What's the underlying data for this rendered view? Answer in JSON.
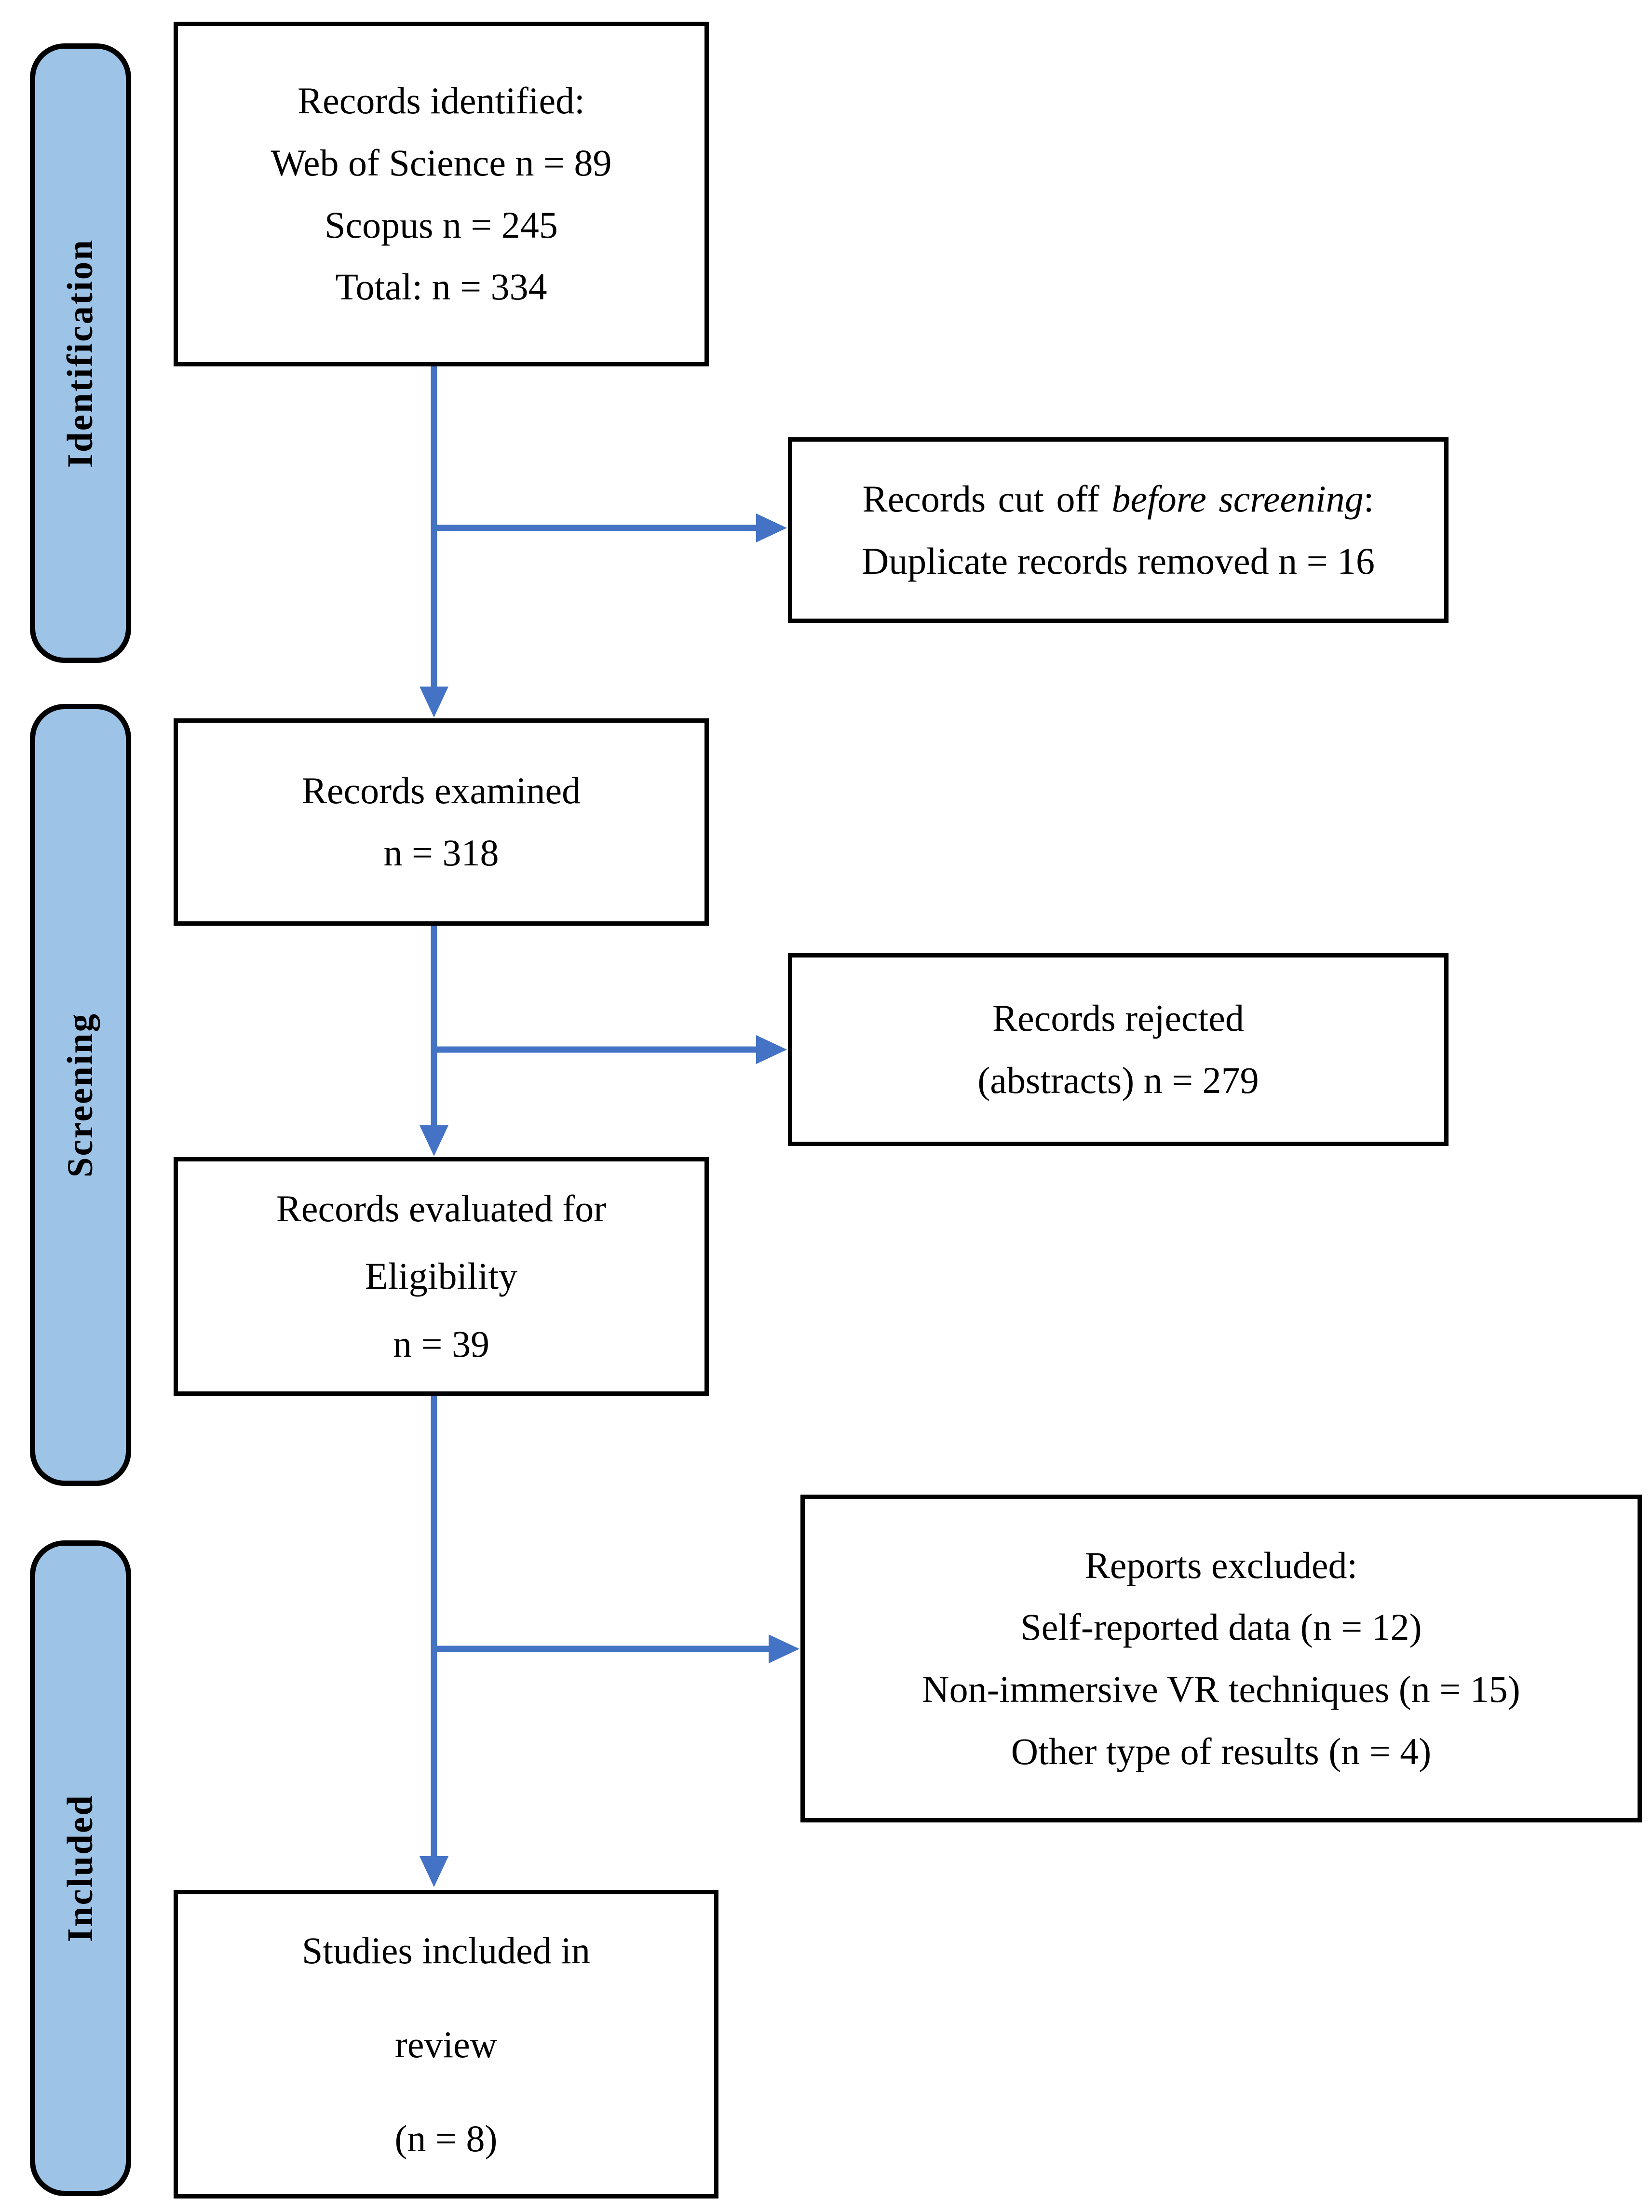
{
  "diagram": {
    "stages": [
      {
        "label": "Identification"
      },
      {
        "label": "Screening"
      },
      {
        "label": "Included"
      }
    ],
    "boxes": {
      "records_identified": {
        "lines": [
          "Records identified:",
          "Web of Science n = 89",
          "Scopus n = 245",
          "Total: n = 334"
        ]
      },
      "records_cut_off": {
        "line1_prefix": "Records cut off ",
        "line1_italic": "before screening",
        "line1_suffix": ":",
        "line2": "Duplicate records removed n = 16"
      },
      "records_examined": {
        "lines": [
          "Records examined",
          "n = 318"
        ]
      },
      "records_rejected": {
        "lines": [
          "Records rejected",
          "(abstracts) n = 279"
        ]
      },
      "records_evaluated": {
        "lines": [
          "Records evaluated for",
          "Eligibility",
          "n = 39"
        ]
      },
      "reports_excluded": {
        "lines": [
          "Reports excluded:",
          "Self-reported data (n = 12)",
          "Non-immersive VR techniques (n = 15)",
          "Other type of results (n = 4)"
        ]
      },
      "studies_included": {
        "lines": [
          "Studies included in",
          "review",
          "(n = 8)"
        ]
      }
    },
    "colors": {
      "stage_fill": "#9DC3E6",
      "stage_border": "#000000",
      "box_border": "#000000",
      "arrow": "#4472C4",
      "text": "#000000",
      "background": "#FFFFFF"
    }
  }
}
